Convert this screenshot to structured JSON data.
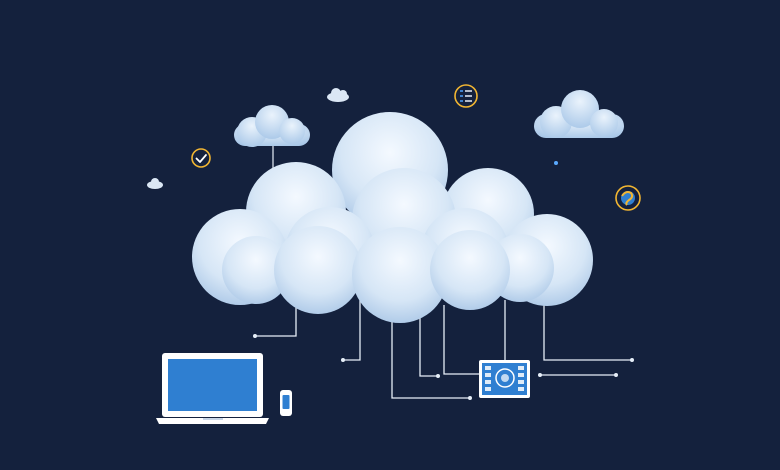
{
  "scene": {
    "background_color": "#14213d",
    "cloud_color": "#d9e8f7",
    "cloud_shadow_color": "#b3cdea",
    "line_color": "#e6eef8",
    "accent_color": "#f2b632",
    "screen_color": "#2f7fd1",
    "icons": [
      "checkmark-icon",
      "list-icon",
      "globe-icon"
    ],
    "devices": [
      "laptop",
      "phone",
      "server-panel"
    ]
  }
}
